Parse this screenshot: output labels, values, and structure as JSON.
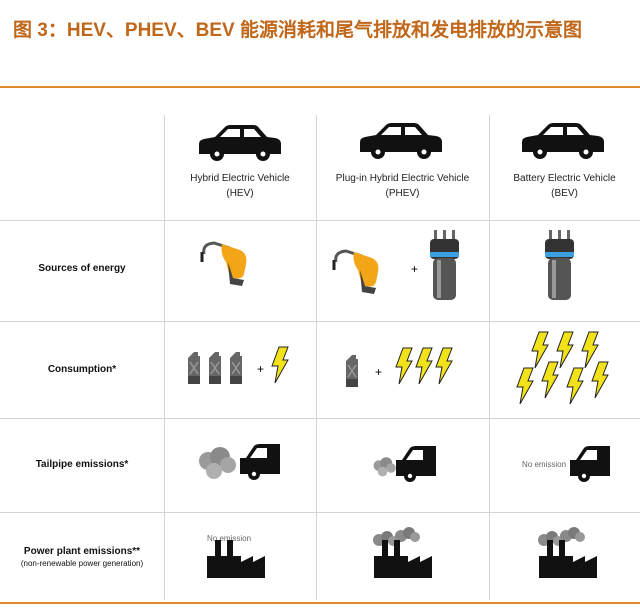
{
  "title": "图 3：HEV、PHEV、BEV 能源消耗和尾气排放和发电排放的示意图",
  "columns": [
    {
      "name": "Hybrid Electric Vehicle",
      "abbr": "(HEV)"
    },
    {
      "name": "Plug-in Hybrid Electric Vehicle",
      "abbr": "(PHEV)"
    },
    {
      "name": "Battery Electric Vehicle",
      "abbr": "(BEV)"
    }
  ],
  "rows": {
    "sources": "Sources of energy",
    "consumption": "Consumption*",
    "tailpipe": "Tailpipe emissions*",
    "powerplant": "Power plant emissions**",
    "powerplant_sub": "(non-renewable power generation)"
  },
  "plus": "+",
  "no_emission": "No emission",
  "colors": {
    "accent": "#e08a2a",
    "bolt": "#f2e21a",
    "pump": "#f2a516",
    "plug": "#3aa0e0"
  }
}
